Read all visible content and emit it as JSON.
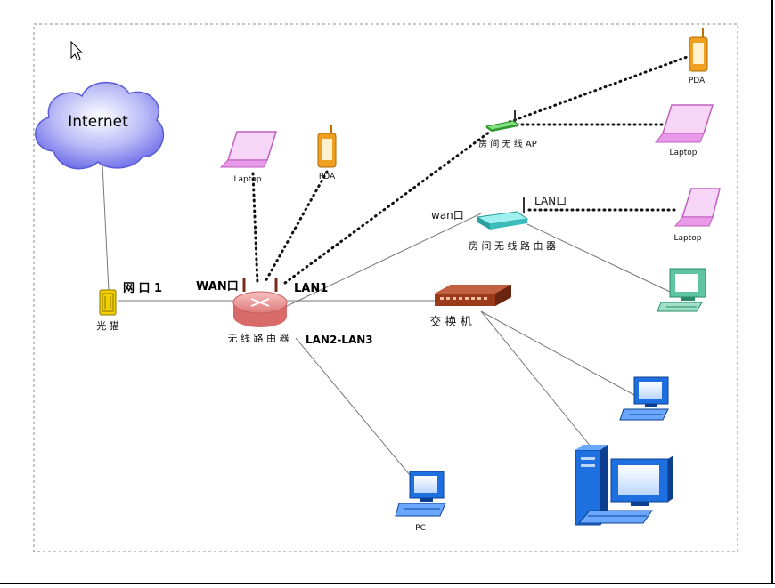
{
  "diagram": {
    "internet_label": "Internet",
    "modem_label": "光 猫",
    "port1_label": "网 口 1",
    "router_wan_label": "WAN口",
    "router_lan1_label": "LAN1",
    "router_label": "无 线 路 由 器",
    "router_lan23_label": "LAN2-LAN3",
    "switch_label": "交 换 机",
    "ap_label": "房 间 无 线 AP",
    "room_router_label": "房 间 无 线 路 由 器",
    "room_router_wan_label": "wan口",
    "room_router_lan_label": "LAN口",
    "pda_label_top": "PDA",
    "pda_label_mid": "PDA",
    "laptop_label_left": "Laptop",
    "laptop_label_ap": "Laptop",
    "laptop_label_room": "Laptop",
    "pc_label": "PC"
  },
  "colors": {
    "cloud": "#7a7af0",
    "router": "#f29a9a",
    "laptop": "#e89ae8",
    "pda": "#f0a020",
    "modem": "#f2d000",
    "switch": "#9b3b1c",
    "ap": "#3cb83c",
    "room_router": "#4fcfcf",
    "pc_blue": "#1e6fe0",
    "pc_green": "#5fc4a0"
  }
}
